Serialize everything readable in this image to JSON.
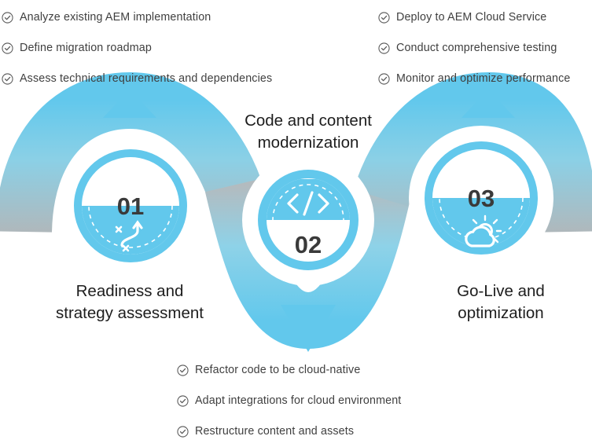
{
  "meta": {
    "title": "AEM Cloud migration three-stage roadmap",
    "accent": "#62C8EC",
    "accent_dark": "#55C3EA",
    "gradient_end": "#AFB8BC",
    "text_color": "#3f3f3f"
  },
  "lists": {
    "left": {
      "name": "readiness-tasks",
      "items": [
        {
          "icon": "check-circle-icon",
          "label": "Analyze existing AEM implementation"
        },
        {
          "icon": "check-circle-icon",
          "label": "Define migration roadmap"
        },
        {
          "icon": "check-circle-icon",
          "label": "Assess technical requirements and dependencies"
        }
      ]
    },
    "right": {
      "name": "golive-tasks",
      "items": [
        {
          "icon": "check-circle-icon",
          "label": "Deploy to AEM Cloud Service"
        },
        {
          "icon": "check-circle-icon",
          "label": "Conduct comprehensive testing"
        },
        {
          "icon": "check-circle-icon",
          "label": "Monitor and optimize performance"
        }
      ]
    },
    "bottom": {
      "name": "modernization-tasks",
      "items": [
        {
          "icon": "check-circle-icon",
          "label": "Refactor code to be cloud-native"
        },
        {
          "icon": "check-circle-icon",
          "label": "Adapt integrations for cloud environment"
        },
        {
          "icon": "check-circle-icon",
          "label": "Restructure content and assets"
        }
      ]
    }
  },
  "stages": [
    {
      "number": "01",
      "caption": "Readiness and\nstrategy assessment",
      "icon": "strategy-route-icon",
      "number_half": "top"
    },
    {
      "number": "02",
      "caption": "Code and content\nmodernization",
      "icon": "code-brackets-icon",
      "number_half": "bottom"
    },
    {
      "number": "03",
      "caption": "Go-Live and\noptimization",
      "icon": "sun-cloud-icon",
      "number_half": "top"
    }
  ]
}
